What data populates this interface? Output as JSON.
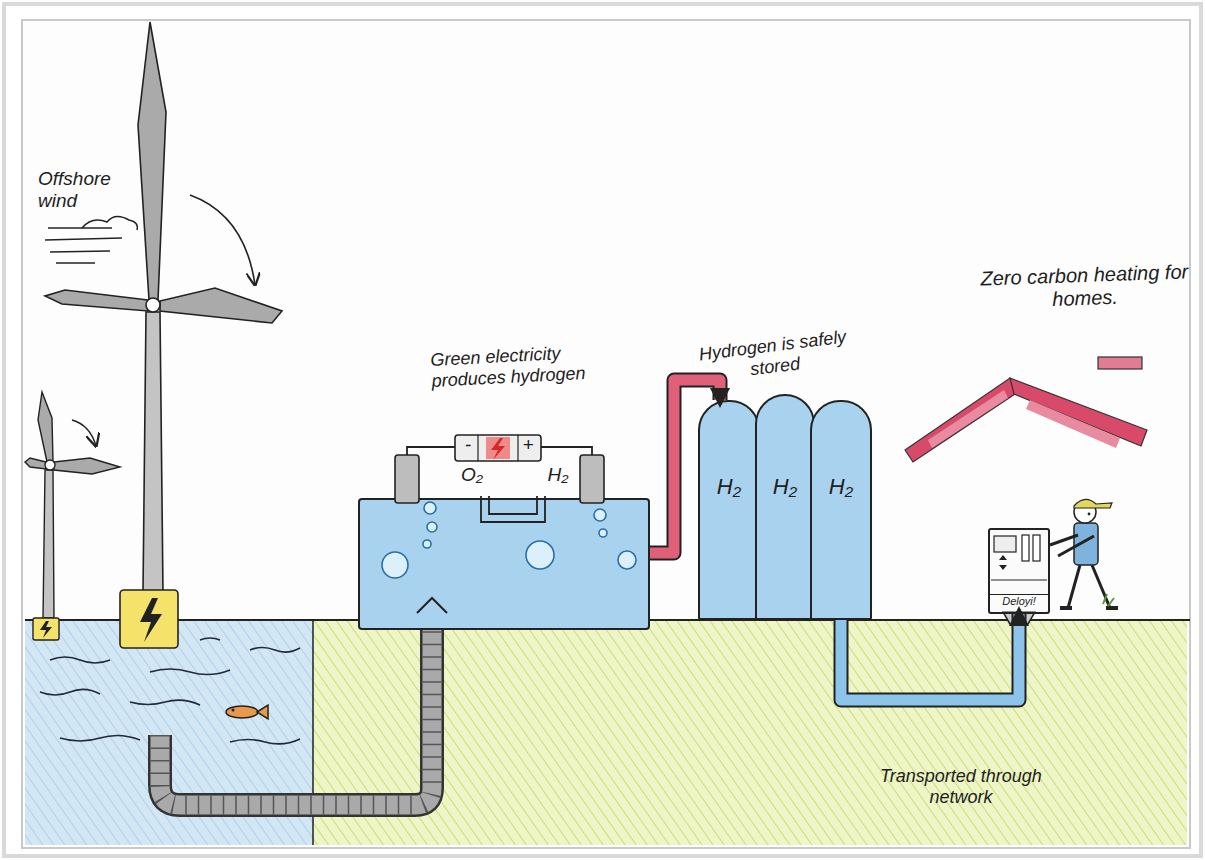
{
  "diagram": {
    "nodes": [
      {
        "text": [
          "Green electricity produces hydrogen",
          "O₂",
          "H₂"
        ]
      },
      {
        "text": [
          "H₂"
        ]
      },
      {
        "text": [
          "H₂"
        ]
      },
      {
        "text": [
          "H₂"
        ]
      },
      {
        "text": [
          "Deloyi!"
        ]
      }
    ],
    "edges": [
      {
        "from": 0,
        "to": 1,
        "arrow": "to"
      },
      {
        "from": 3,
        "to": 4,
        "label": "Transported through network",
        "arrow": "to"
      }
    ],
    "labels": [
      "Offshore wind",
      "-",
      "+",
      "Hydrogen is safely stored",
      "Zero carbon heating for homes."
    ]
  }
}
